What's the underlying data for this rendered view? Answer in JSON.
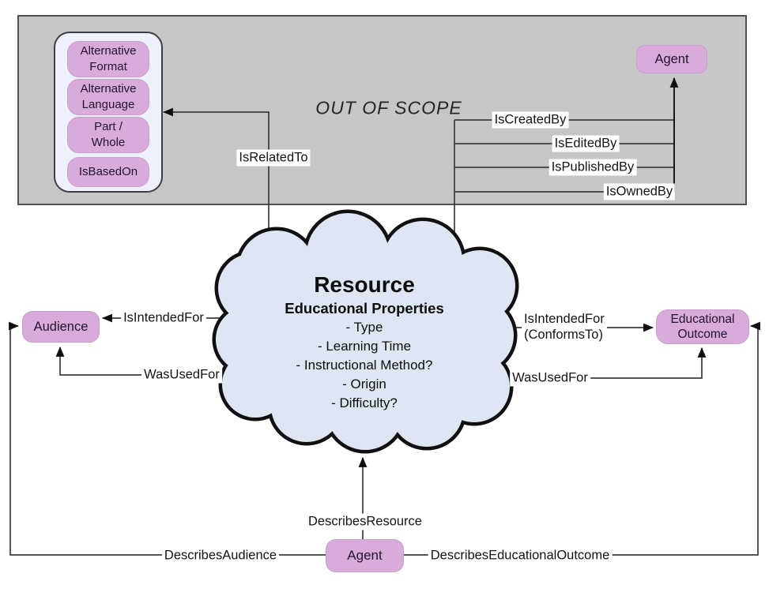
{
  "colors": {
    "node_fill": "#d8abdb",
    "cloud_fill": "#dfe6f3",
    "out_of_scope_fill": "#c7c6c6",
    "group_fill": "#edf1fb"
  },
  "out_of_scope": {
    "title": "OUT OF SCOPE",
    "group_items": [
      {
        "lines": [
          "Alternative",
          "Format"
        ]
      },
      {
        "lines": [
          "Alternative",
          "Language"
        ]
      },
      {
        "lines": [
          "Part /",
          "Whole"
        ]
      },
      {
        "lines": [
          "IsBasedOn"
        ]
      }
    ],
    "agent": "Agent",
    "edges": {
      "is_related_to": "IsRelatedTo",
      "is_created_by": "IsCreatedBy",
      "is_edited_by": "IsEditedBy",
      "is_published_by": "IsPublishedBy",
      "is_owned_by": "IsOwnedBy"
    }
  },
  "cloud": {
    "title": "Resource",
    "subtitle": "Educational Properties",
    "properties": [
      "- Type",
      "- Learning Time",
      "- Instructional Method?",
      "- Origin",
      "- Difficulty?"
    ]
  },
  "nodes": {
    "audience": "Audience",
    "educational_outcome": {
      "lines": [
        "Educational",
        "Outcome"
      ]
    },
    "agent": "Agent"
  },
  "edges": {
    "is_intended_for_audience": "IsIntendedFor",
    "was_used_for_audience": "WasUsedFor",
    "is_intended_for_outcome": {
      "lines": [
        "IsIntendedFor",
        "(ConformsTo)"
      ]
    },
    "was_used_for_outcome": "WasUsedFor",
    "describes_resource": "DescribesResource",
    "describes_audience": "DescribesAudience",
    "describes_educational_outcome": "DescribesEducationalOutcome"
  }
}
